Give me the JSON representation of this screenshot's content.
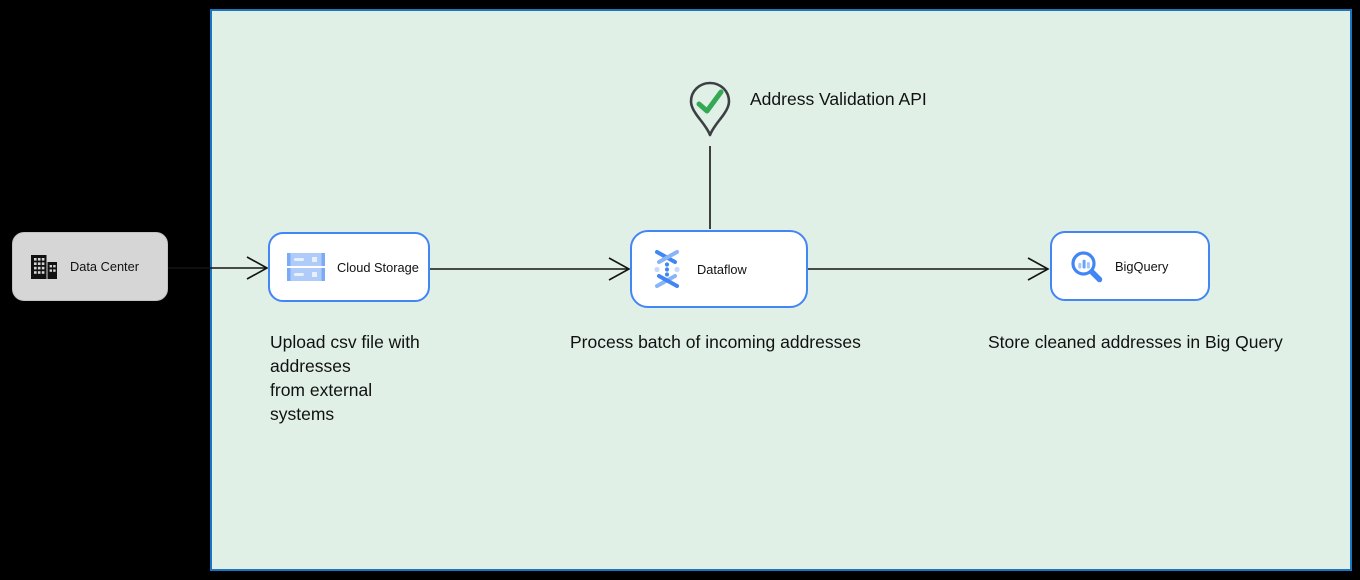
{
  "diagram": {
    "type": "cloud-architecture-flow",
    "boundary": "Google Cloud environment (light green zone)",
    "nodes": {
      "datacenter": {
        "label": "Data Center",
        "icon": "building-icon",
        "fill": "#d6d6d6"
      },
      "storage": {
        "label": "Cloud Storage",
        "icon": "cloud-storage-icon",
        "border": "#4285f4"
      },
      "dataflow": {
        "label": "Dataflow",
        "icon": "dataflow-icon",
        "border": "#4285f4"
      },
      "bigquery": {
        "label": "BigQuery",
        "icon": "bigquery-icon",
        "border": "#4285f4"
      },
      "validation": {
        "label": "Address Validation API",
        "icon": "map-pin-check-icon"
      }
    },
    "captions": {
      "storage": "Upload csv file with\naddresses\nfrom external\nsystems",
      "dataflow": "Process batch of incoming addresses",
      "bigquery": "Store cleaned addresses in Big Query"
    },
    "edges": [
      {
        "from": "Data Center",
        "to": "Cloud Storage",
        "style": "open-arrow"
      },
      {
        "from": "Cloud Storage",
        "to": "Dataflow",
        "style": "open-arrow"
      },
      {
        "from": "Dataflow",
        "to": "BigQuery",
        "style": "open-arrow"
      },
      {
        "from": "Address Validation API",
        "to": "Dataflow",
        "style": "plain-line"
      }
    ],
    "colors": {
      "background": "#000000",
      "boundary_fill": "#e0f0e7",
      "boundary_border": "#1b76c1",
      "node_border": "#4285f4",
      "datacenter_fill": "#d6d6d6",
      "edge": "#141414",
      "check_green": "#34a853",
      "pin_outline": "#3c4043"
    }
  }
}
